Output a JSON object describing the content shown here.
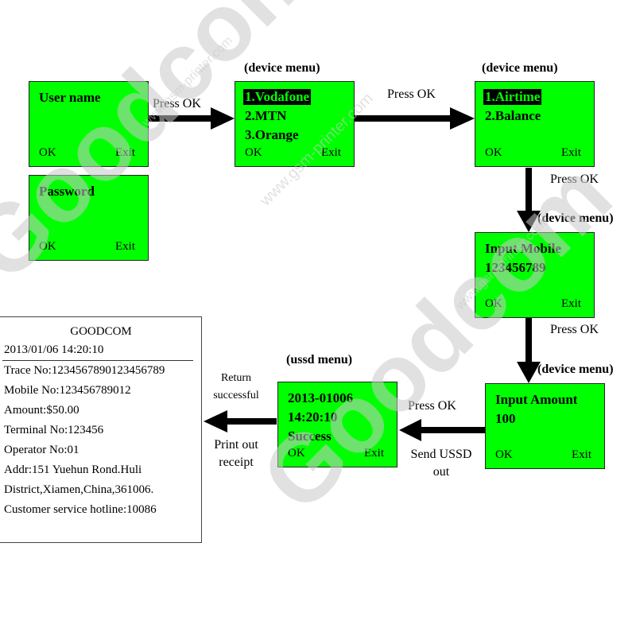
{
  "screens": {
    "username": {
      "lines": [
        "User name"
      ],
      "ok": "OK",
      "exit": "Exit"
    },
    "password": {
      "lines": [
        "Password"
      ],
      "ok": "OK",
      "exit": "Exit"
    },
    "operator": {
      "lines": [
        "1.Vodafone",
        "2.MTN",
        "3.Orange"
      ],
      "ok": "OK",
      "exit": "Exit"
    },
    "service": {
      "lines": [
        "1.Airtime",
        "2.Balance"
      ],
      "ok": "OK",
      "exit": "Exit"
    },
    "mobile": {
      "lines": [
        "Input Mobile",
        "123456789"
      ],
      "ok": "OK",
      "exit": "Exit"
    },
    "amount": {
      "lines": [
        "Input Amount",
        "100"
      ],
      "ok": "OK",
      "exit": "Exit"
    },
    "ussd": {
      "lines": [
        "2013-01006",
        "14:20:10",
        "Success"
      ],
      "ok": "OK",
      "exit": "Exit"
    }
  },
  "titles": {
    "operator": "(device menu)",
    "service": "(device menu)",
    "mobile": "(device menu)",
    "amount": "(device menu)",
    "ussd": "(ussd menu)"
  },
  "labels": {
    "press_ok_1": "Press OK",
    "press_ok_2": "Press OK",
    "press_ok_3": "Press OK",
    "press_ok_4": "Press OK",
    "press_ok_5": "Press OK",
    "send_ussd_1": "Send USSD",
    "send_ussd_2": "out",
    "return_1": "Return",
    "return_2": "successful",
    "print_1": "Print out",
    "print_2": "receipt"
  },
  "receipt": {
    "title": "GOODCOM",
    "datetime": "2013/01/06 14:20:10",
    "lines": [
      "Trace No:1234567890123456789",
      "Mobile No:123456789012",
      "Amount:$50.00",
      "Terminal No:123456",
      "Operator No:01",
      "Addr:151 Yuehun Rond.Huli",
      "District,Xiamen,China,361006.",
      "Customer service hotline:10086"
    ]
  },
  "watermark": {
    "brand": "Goodcom",
    "url": "www.gsm-printer.com"
  },
  "colors": {
    "screen_bg": "#00ff00",
    "highlight_bg": "#000000",
    "arrow": "#000000",
    "watermark": "#c8c8c8"
  }
}
